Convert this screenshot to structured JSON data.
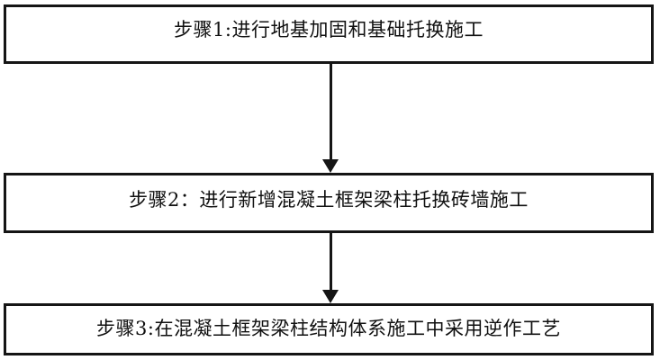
{
  "diagram": {
    "type": "flowchart",
    "orientation": "vertical",
    "background_color": "#ffffff",
    "border_color": "#151515",
    "text_color": "#101010",
    "steps": [
      {
        "id": "step-1",
        "label": "步骤1:进行地基加固和基础托换施工"
      },
      {
        "id": "step-2",
        "label": "步骤2：进行新增混凝土框架梁柱托换砖墙施工"
      },
      {
        "id": "step-3",
        "label": "步骤3:在混凝土框架梁柱结构体系施工中采用逆作工艺"
      }
    ],
    "connectors": [
      {
        "id": "connector-1",
        "from": "step-1",
        "to": "step-2",
        "style": "solid-line-with-filled-arrowhead"
      },
      {
        "id": "connector-2",
        "from": "step-2",
        "to": "step-3",
        "style": "solid-line-with-filled-arrowhead"
      }
    ]
  }
}
